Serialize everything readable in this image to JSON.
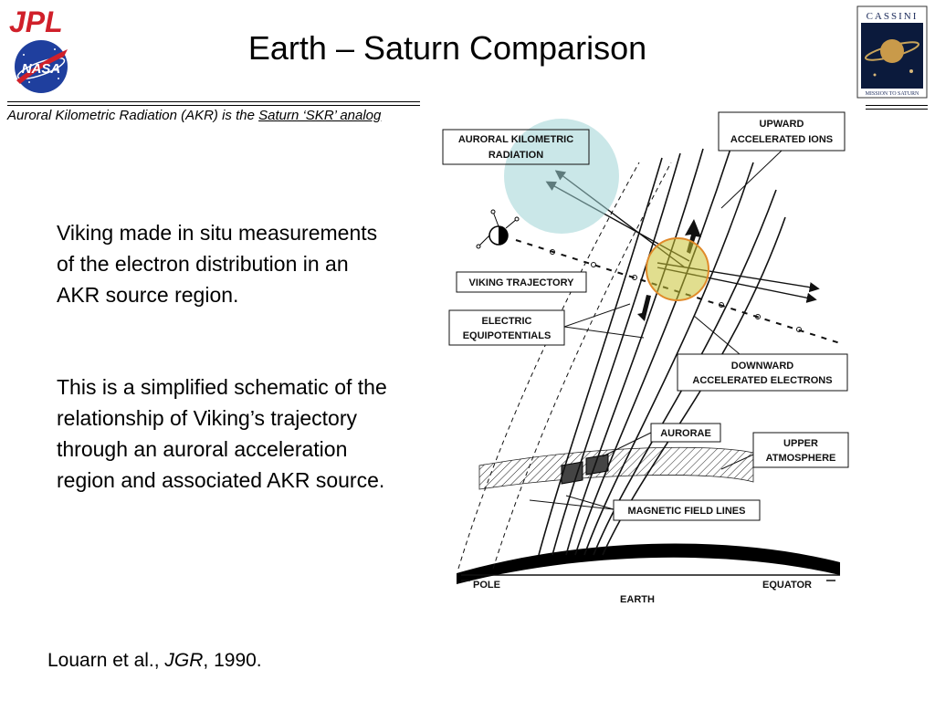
{
  "title": "Earth – Saturn Comparison",
  "logos": {
    "jpl_text": "JPL",
    "nasa_text": "NASA",
    "cassini_text": "CASSINI",
    "cassini_caption": "MISSION TO SATURN"
  },
  "subtitle": {
    "prefix": "Auroral Kilometric Radiation (AKR) is the ",
    "link": "Saturn ‘SKR’ analog"
  },
  "paragraphs": [
    "Viking made in situ measurements of the electron distribution in an AKR source region.",
    "This is a simplified schematic of the relationship of Viking’s trajectory through an auroral acceleration region and associated AKR source."
  ],
  "citation": {
    "authors": "Louarn et al., ",
    "journal": "JGR",
    "year": ", 1990."
  },
  "diagram": {
    "labels": {
      "akr_line1": "AURORAL KILOMETRIC",
      "akr_line2": "RADIATION",
      "upward_line1": "UPWARD",
      "upward_line2": "ACCELERATED IONS",
      "viking": "VIKING TRAJECTORY",
      "electric_line1": "ELECTRIC",
      "electric_line2": "EQUIPOTENTIALS",
      "downward_line1": "DOWNWARD",
      "downward_line2": "ACCELERATED ELECTRONS",
      "aurorae": "AURORAE",
      "upper_line1": "UPPER",
      "upper_line2": "ATMOSPHERE",
      "magnetic": "MAGNETIC FIELD LINES",
      "pole": "POLE",
      "equator": "EQUATOR",
      "earth": "EARTH"
    },
    "colors": {
      "akr_highlight": "#9fd4d6",
      "source_highlight": "#c9c233",
      "source_outline": "#e08a2a",
      "arrow": "#a9d3d6"
    }
  }
}
